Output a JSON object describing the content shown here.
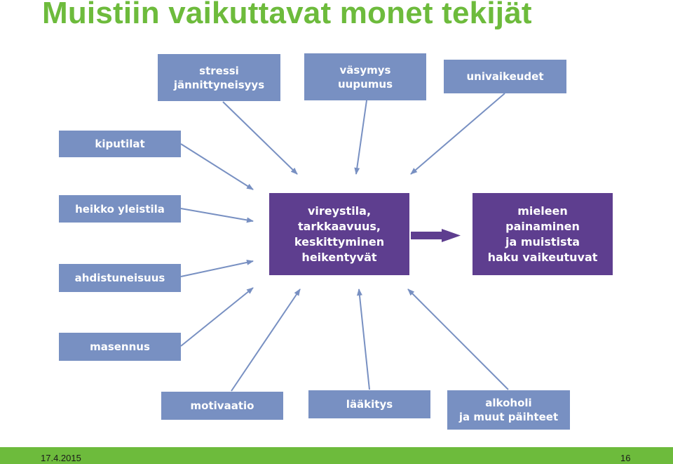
{
  "title": "Muistiin vaikuttavat monet tekijät",
  "boxes": {
    "stressi": [
      "stressi",
      "jännittyneisyys"
    ],
    "vasymys": [
      "väsymys",
      "uupumus"
    ],
    "univaikeudet": [
      "univaikeudet"
    ],
    "kiputilat": [
      "kiputilat"
    ],
    "heikko_yleistila": [
      "heikko yleistila"
    ],
    "ahdistuneisuus": [
      "ahdistuneisuus"
    ],
    "masennus": [
      "masennus"
    ],
    "motivaatio": [
      "motivaatio"
    ],
    "laakitys": [
      "lääkitys"
    ],
    "alkoholi": [
      "alkoholi",
      "ja muut päihteet"
    ],
    "center": [
      "vireystila,",
      "tarkkaavuus,",
      "keskittyminen",
      "heikentyvät"
    ],
    "result": [
      "mieleen",
      "painaminen",
      "ja muistista",
      "haku vaikeutuvat"
    ]
  },
  "colors": {
    "title": "#6dbb3c",
    "factor_box": "#7890c2",
    "center_box": "#5e3e8f",
    "arrow": "#7890c2",
    "footer": "#6dbb3c"
  },
  "footer": {
    "date": "17.4.2015",
    "page": "16"
  }
}
